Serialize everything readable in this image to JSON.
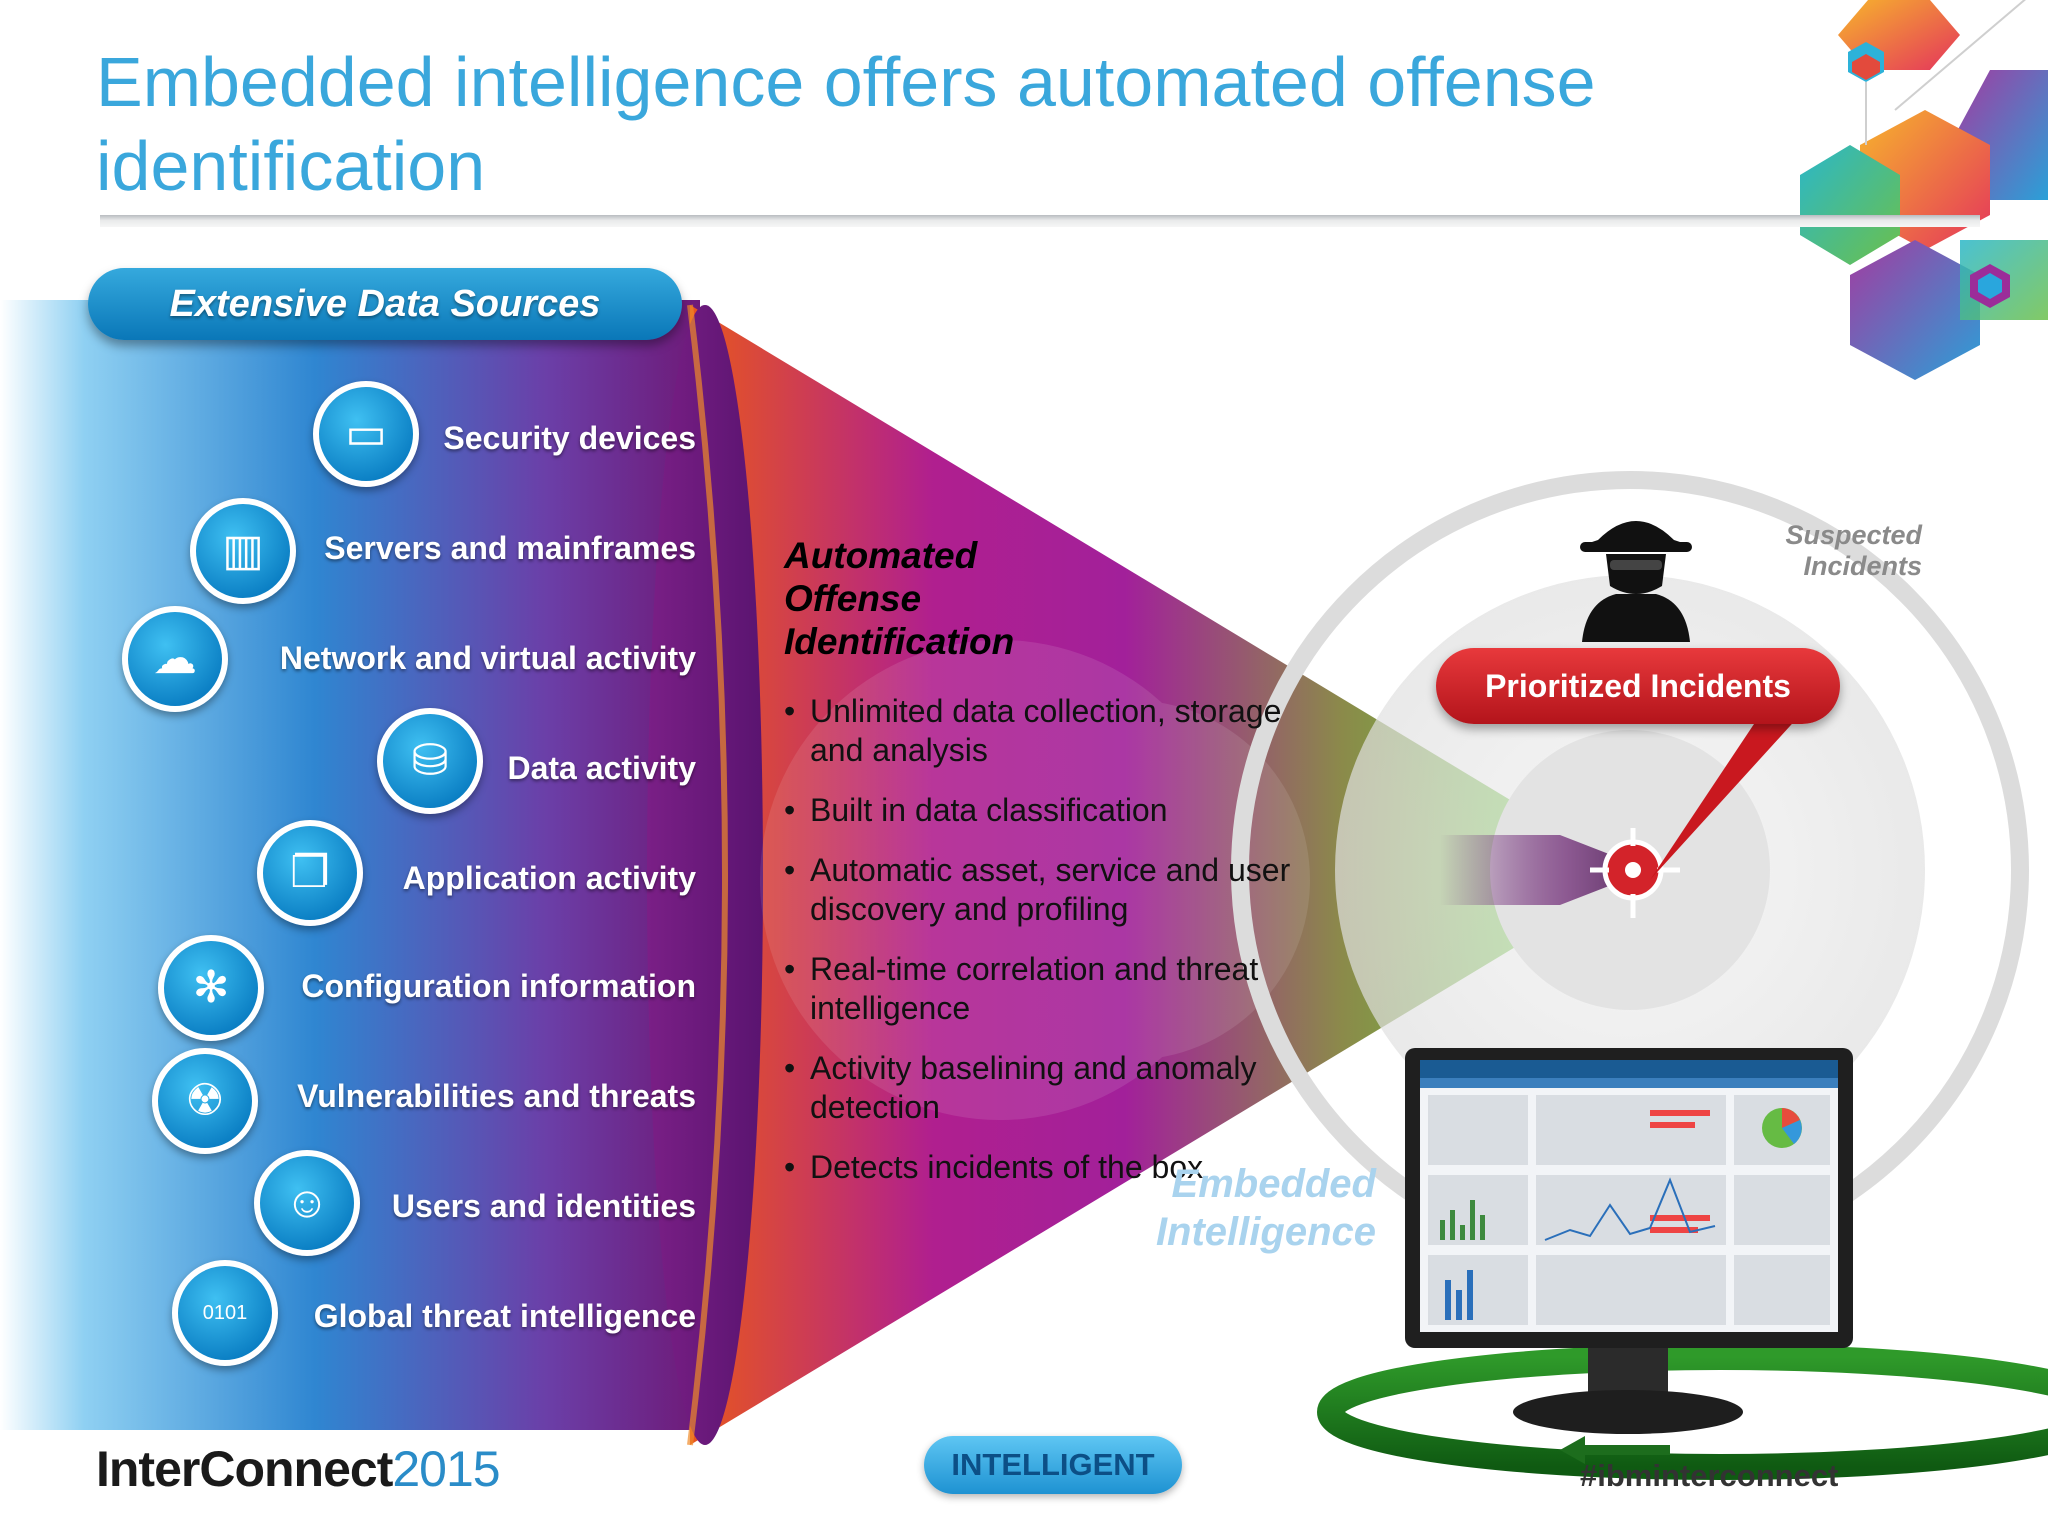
{
  "title": "Embedded intelligence offers automated offense identification",
  "data_sources": {
    "header": "Extensive Data Sources",
    "items": [
      {
        "label": "Security devices",
        "icon": "appliance-icon"
      },
      {
        "label": "Servers and mainframes",
        "icon": "server-icon"
      },
      {
        "label": "Network and virtual activity",
        "icon": "network-cloud-icon"
      },
      {
        "label": "Data activity",
        "icon": "database-icon"
      },
      {
        "label": "Application activity",
        "icon": "application-windows-icon"
      },
      {
        "label": "Configuration information",
        "icon": "configuration-network-icon"
      },
      {
        "label": "Vulnerabilities and threats",
        "icon": "biohazard-icon"
      },
      {
        "label": "Users and identities",
        "icon": "user-identity-icon"
      },
      {
        "label": "Global threat intelligence",
        "icon": "binary-data-icon"
      }
    ]
  },
  "automated": {
    "title": "Automated Offense Identification",
    "bullets": [
      "Unlimited data collection, storage and analysis",
      "Built in data classification",
      "Automatic asset, service and user discovery and profiling",
      "Real-time correlation and threat intelligence",
      "Activity baselining and anomaly detection",
      "Detects incidents of the box"
    ]
  },
  "target": {
    "suspected": "Suspected Incidents",
    "prioritized": "Prioritized Incidents",
    "embedded": "Embedded Intelligence"
  },
  "footer": {
    "intelligent": "INTELLIGENT",
    "brand_name": "InterConnect",
    "brand_year": "2015",
    "hashtag": "#ibminterconnect"
  },
  "colors": {
    "title_blue": "#3aa7dc",
    "header_blue": "#1a8fd0",
    "alert_red": "#d3232a",
    "funnel_start": "#e8571d",
    "funnel_mid": "#a2209a",
    "funnel_end": "#69c43b"
  }
}
